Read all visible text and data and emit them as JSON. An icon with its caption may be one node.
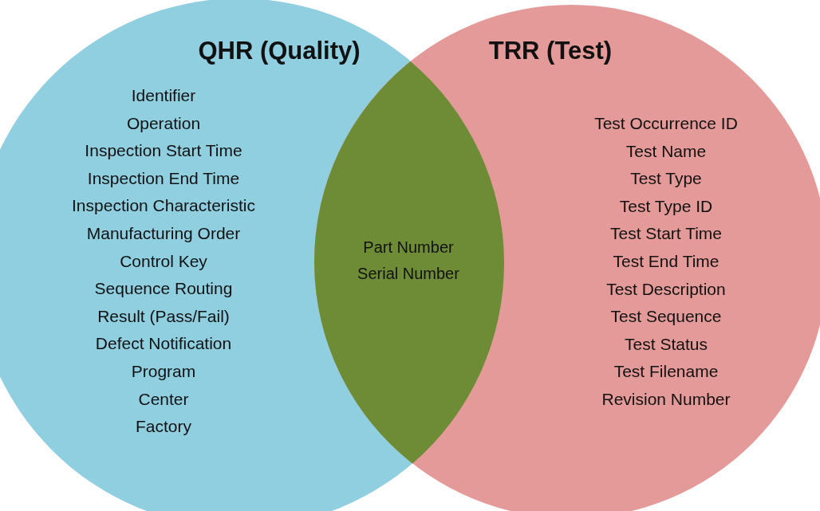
{
  "diagram": {
    "nodes": [
      {
        "text": [
          "QHR (Quality)",
          "Identifier",
          "Operation",
          "Inspection Start Time",
          "Inspection End Time",
          "Inspection Characteristic",
          "Manufacturing Order",
          "Control Key",
          "Sequence Routing",
          "Result (Pass/Fail)",
          "Defect Notification",
          "Program",
          "Center",
          "Factory"
        ]
      },
      {
        "text": [
          "TRR (Test)",
          "Test Occurrence ID",
          "Test Name",
          "Test Type",
          "Test Type ID",
          "Test Start Time",
          "Test End Time",
          "Test Description",
          "Test Sequence",
          "Test Status",
          "Test Filename",
          "Revision Number"
        ]
      },
      {
        "text": [
          "Part Number Serial Number"
        ]
      }
    ]
  }
}
